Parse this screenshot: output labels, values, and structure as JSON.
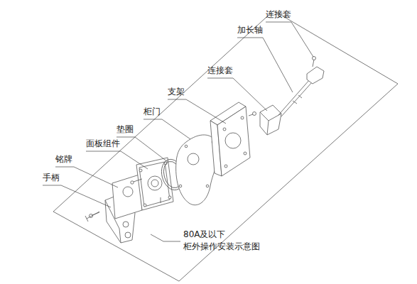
{
  "diagram": {
    "caption": "80A及以下 柜外操作安装示意图",
    "labels": [
      "连接套",
      "加长轴",
      "连接套",
      "支架",
      "柜门",
      "垫圈",
      "面板组件",
      "铭牌",
      "手柄"
    ]
  }
}
